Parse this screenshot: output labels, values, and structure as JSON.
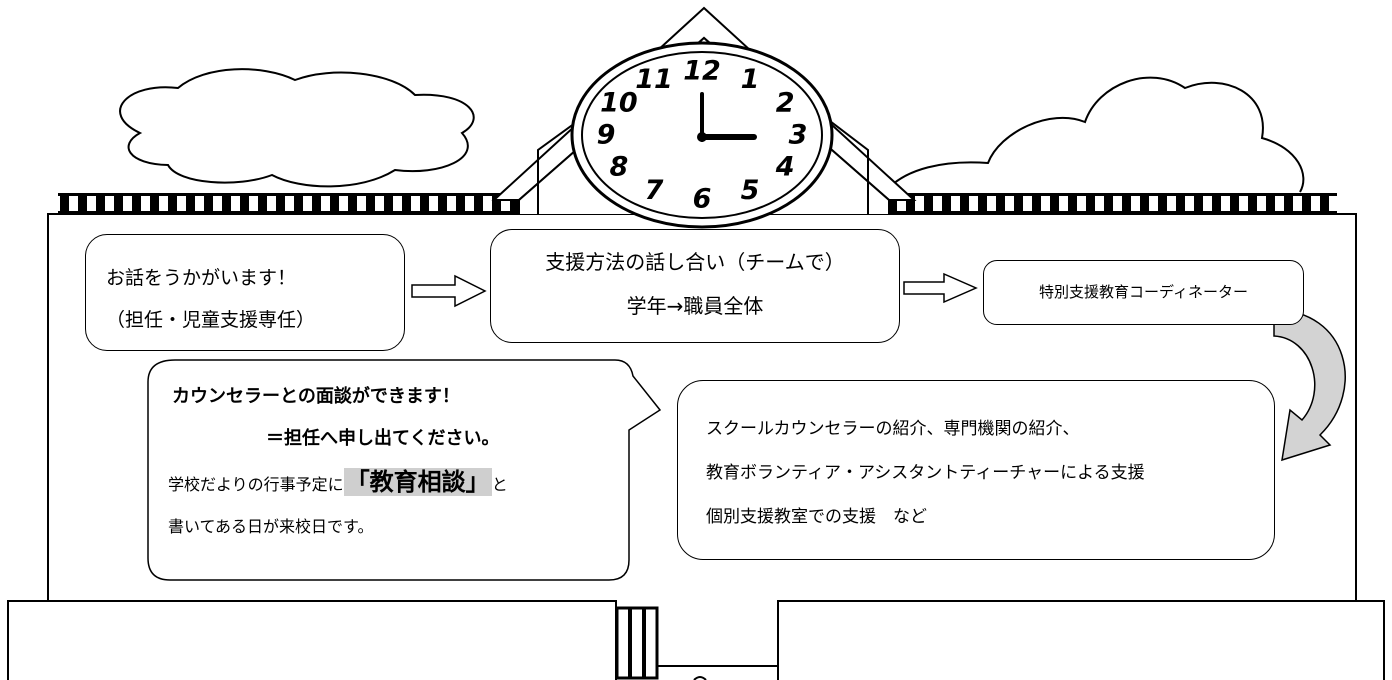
{
  "clock": {
    "numbers": [
      "12",
      "1",
      "2",
      "3",
      "4",
      "5",
      "6",
      "7",
      "8",
      "9",
      "10",
      "11"
    ]
  },
  "steps": {
    "step1": {
      "line1": "お話をうかがいます！",
      "line2": "（担任・児童支援専任）"
    },
    "step2": {
      "line1": "支援方法の話し合い（チームで）",
      "line2": "学年→職員全体"
    },
    "step3": {
      "label": "特別支援教育コーディネーター"
    },
    "step4": {
      "line1": "スクールカウンセラーの紹介、専門機関の紹介、",
      "line2": "教育ボランティア・アシスタントティーチャーによる支援",
      "line3": "個別支援教室での支援　など"
    }
  },
  "counseling": {
    "line1": "カウンセラーとの面談ができます！",
    "line2": "＝担任へ申し出てください。",
    "line3_before": "学校だよりの行事予定に",
    "line3_highlight": "「教育相談」",
    "line3_after": "と",
    "line4": "書いてある日が来校日です。"
  }
}
